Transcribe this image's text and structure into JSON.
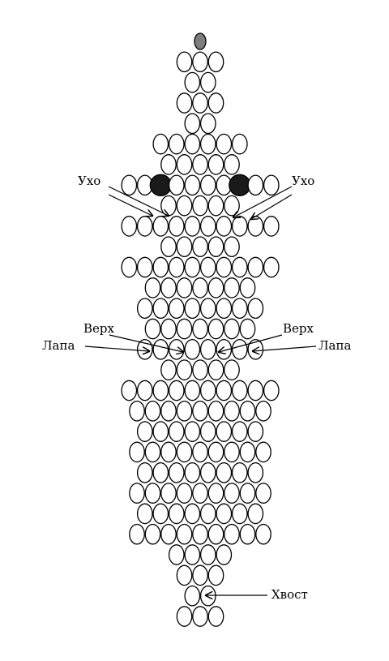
{
  "labels": {
    "ear_left": "Ухо",
    "ear_right": "Ухо",
    "top_left": "Верх",
    "top_right": "Верх",
    "paw_left": "Лапа",
    "paw_right": "Лапа",
    "tail": "Хвост"
  },
  "colors": {
    "bead_fill": "#ffffff",
    "bead_outline": "#000000",
    "eye_bead": "#1a1a1a",
    "tip_bead": "#7d7d7d"
  },
  "rows": [
    {
      "beads": 1,
      "shift": 0,
      "special": {
        "0": "tip"
      }
    },
    {
      "beads": 3,
      "shift": 0
    },
    {
      "beads": 2,
      "shift": 0
    },
    {
      "beads": 3,
      "shift": 0
    },
    {
      "beads": 2,
      "shift": 0
    },
    {
      "beads": 6,
      "shift": 0
    },
    {
      "beads": 5,
      "shift": 0
    },
    {
      "beads": 10,
      "shift": 0,
      "special": {
        "2": "eye",
        "7": "eye"
      }
    },
    {
      "beads": 5,
      "shift": 0
    },
    {
      "beads": 10,
      "shift": 0
    },
    {
      "beads": 5,
      "shift": 0
    },
    {
      "beads": 10,
      "shift": 0
    },
    {
      "beads": 7,
      "shift": 0
    },
    {
      "beads": 8,
      "shift": 0
    },
    {
      "beads": 7,
      "shift": 0
    },
    {
      "beads": 8,
      "shift": 0
    },
    {
      "beads": 5,
      "shift": 0
    },
    {
      "beads": 10,
      "shift": 0
    },
    {
      "beads": 9,
      "shift": 0
    },
    {
      "beads": 8,
      "shift": 0
    },
    {
      "beads": 9,
      "shift": 0
    },
    {
      "beads": 8,
      "shift": 0
    },
    {
      "beads": 9,
      "shift": 0
    },
    {
      "beads": 8,
      "shift": 0
    },
    {
      "beads": 9,
      "shift": 0
    },
    {
      "beads": 4,
      "shift": 0
    },
    {
      "beads": 3,
      "shift": 0
    },
    {
      "beads": 2,
      "shift": 0
    },
    {
      "beads": 3,
      "shift": 0
    }
  ]
}
